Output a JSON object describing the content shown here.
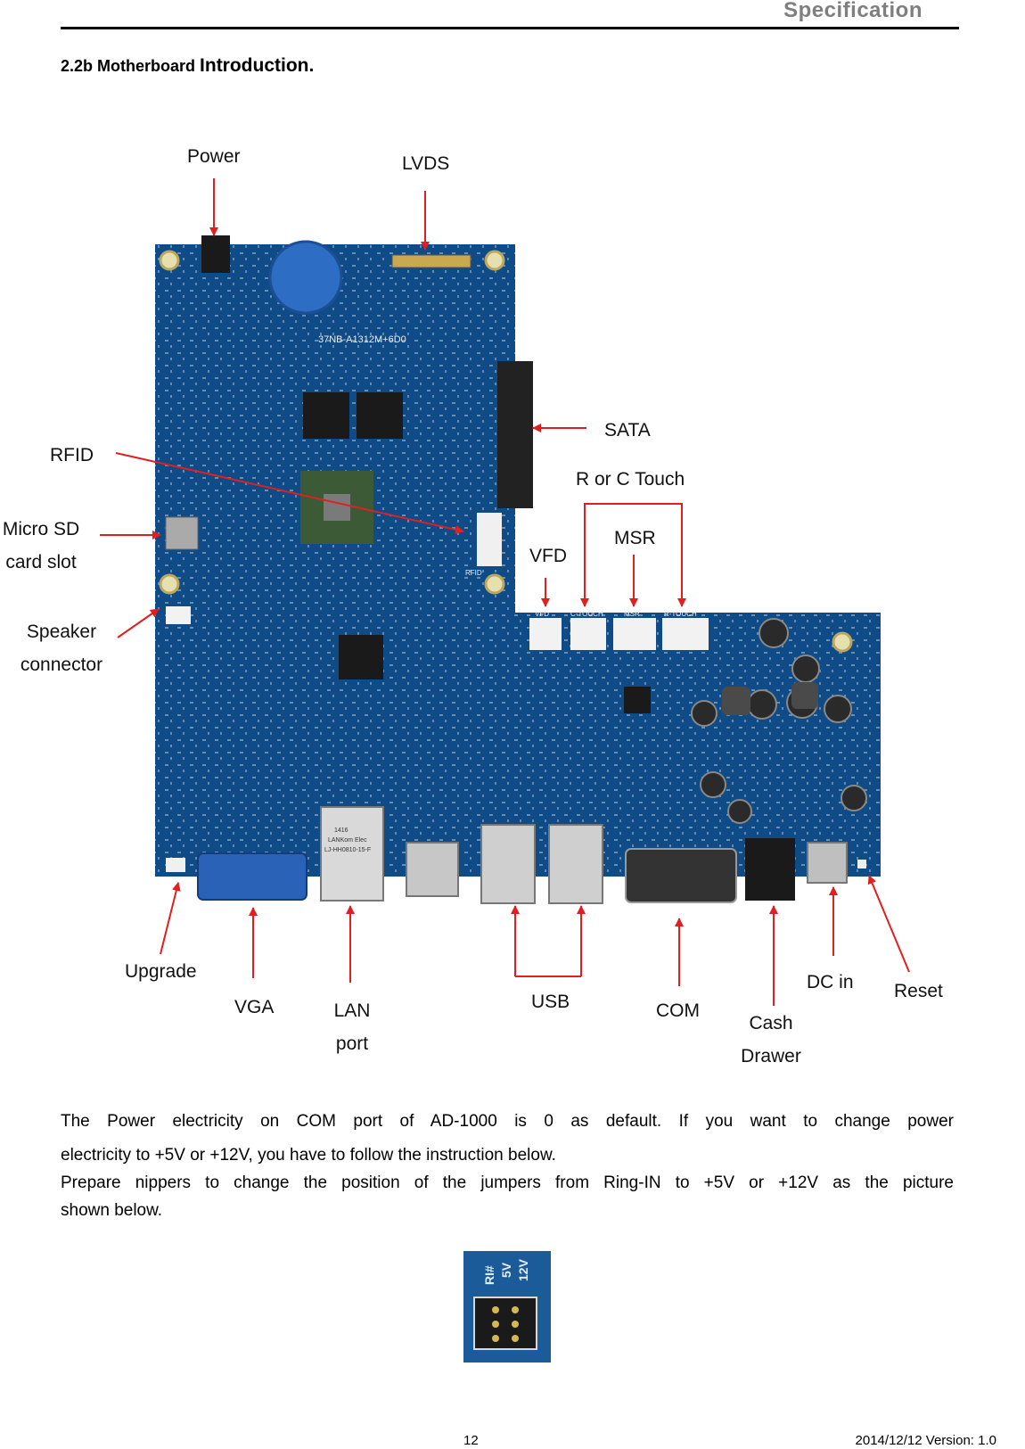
{
  "header": {
    "title": "Specification"
  },
  "section": {
    "title_prefix": "2.2b Motherboard",
    "title_main": "Introduction."
  },
  "labels": {
    "power": "Power",
    "lvds": "LVDS",
    "sata": "SATA",
    "rfid": "RFID",
    "r_or_c_touch": "R or C Touch",
    "micro_sd_1": "Micro SD",
    "micro_sd_2": "card slot",
    "msr": "MSR",
    "vfd": "VFD",
    "speaker_1": "Speaker",
    "speaker_2": "connector",
    "upgrade": "Upgrade",
    "vga": "VGA",
    "lan_1": "LAN",
    "lan_2": "port",
    "usb": "USB",
    "com": "COM",
    "cash_1": "Cash",
    "cash_2": "Drawer",
    "dc_in": "DC in",
    "reset": "Reset"
  },
  "board_silkscreen": {
    "model": "37NB-A1312M+6D0",
    "rfid": "RFID",
    "vfd": "VFD",
    "c_touch": "C-TOUCH",
    "msr": "MSR",
    "r_touch": "R-TOUCH",
    "lan_chip_1": "1416",
    "lan_chip_2": "LANKom Elec",
    "lan_chip_3": "LJ-HH0810-15-F"
  },
  "body": {
    "para1_line1": "The Power electricity on COM port of AD-1000 is 0 as default. If you want to change power",
    "para1_line2": "electricity to +5V or +12V, you have to follow the instruction below.",
    "para2_line1": "Prepare nippers to change the position of the jumpers from Ring-IN to +5V or +12V as the picture",
    "para2_line2": "shown below."
  },
  "jumper": {
    "label_12v": "12V",
    "label_5v": "5V",
    "label_ri": "RI#"
  },
  "footer": {
    "page": "12",
    "date_version": "2014/12/12  Version:  1.0"
  },
  "colors": {
    "board": "#0f4b86",
    "arrow": "#e02020",
    "header_gray": "#7f7f7f"
  }
}
